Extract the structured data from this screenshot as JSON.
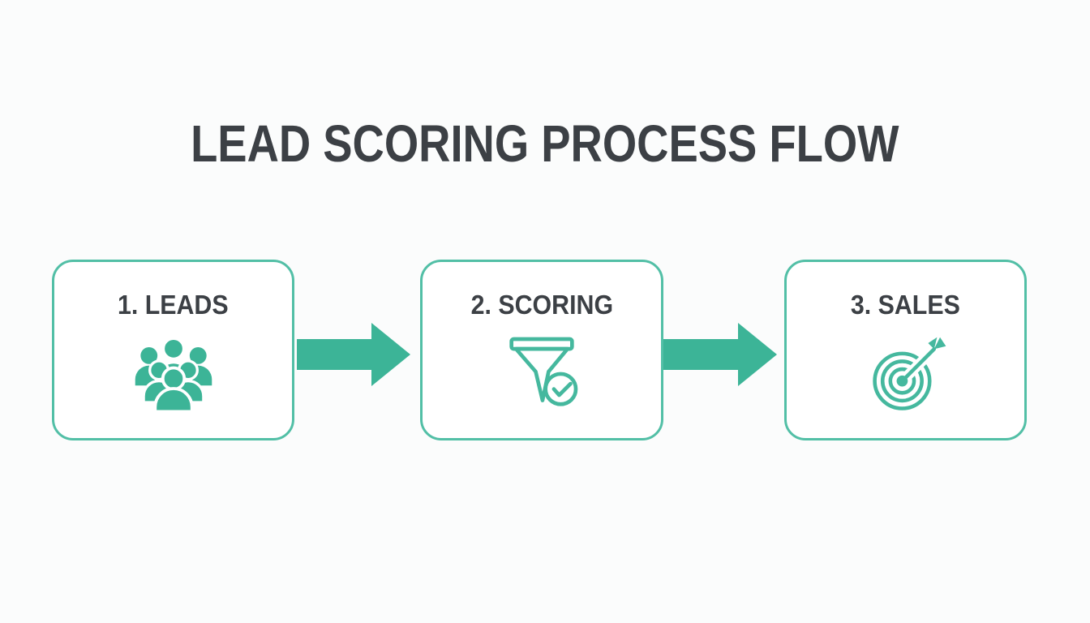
{
  "title": "LEAD SCORING PROCESS FLOW",
  "colors": {
    "accent_fill": "#3cb497",
    "accent_outline": "#52bfa6",
    "icon_stroke": "#45b89e",
    "text": "#3c4045",
    "background": "#fbfcfc",
    "box_background": "#ffffff"
  },
  "steps": [
    {
      "label": "1. LEADS",
      "icon": "group-of-people-icon"
    },
    {
      "label": "2. SCORING",
      "icon": "funnel-with-checkmark-icon"
    },
    {
      "label": "3. SALES",
      "icon": "target-with-arrow-icon"
    }
  ],
  "connectors": [
    {
      "icon": "arrow-right-icon"
    },
    {
      "icon": "arrow-right-icon"
    }
  ]
}
